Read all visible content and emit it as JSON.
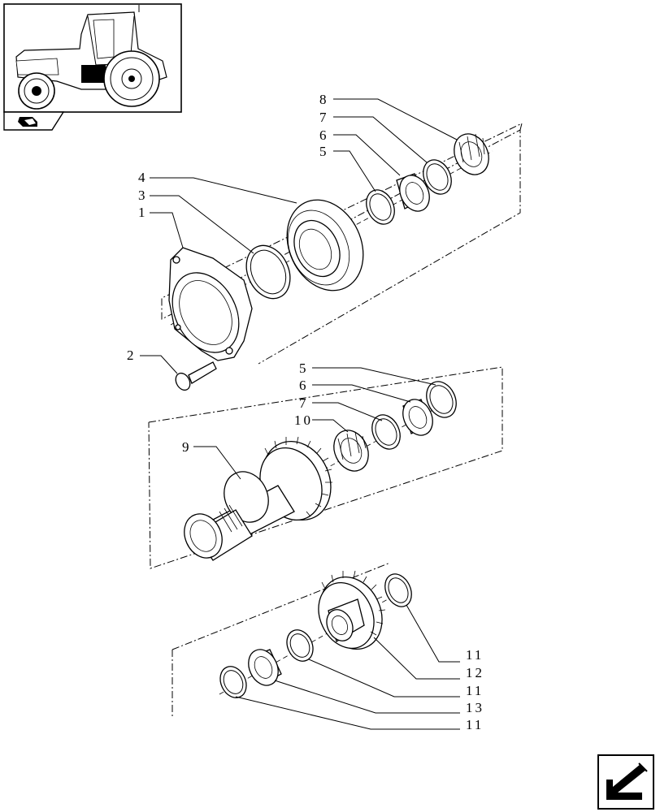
{
  "callouts": {
    "top": [
      "8",
      "7",
      "6",
      "5",
      "4",
      "3",
      "1",
      "2"
    ],
    "middle": [
      "5",
      "6",
      "7",
      "10",
      "9"
    ],
    "bottom": [
      "11",
      "12",
      "11",
      "13",
      "11"
    ]
  },
  "icons": {
    "thumbnail": "tractor-thumbnail-icon",
    "section": "book-arrow-icon",
    "nav": "next-page-arrow-icon"
  }
}
